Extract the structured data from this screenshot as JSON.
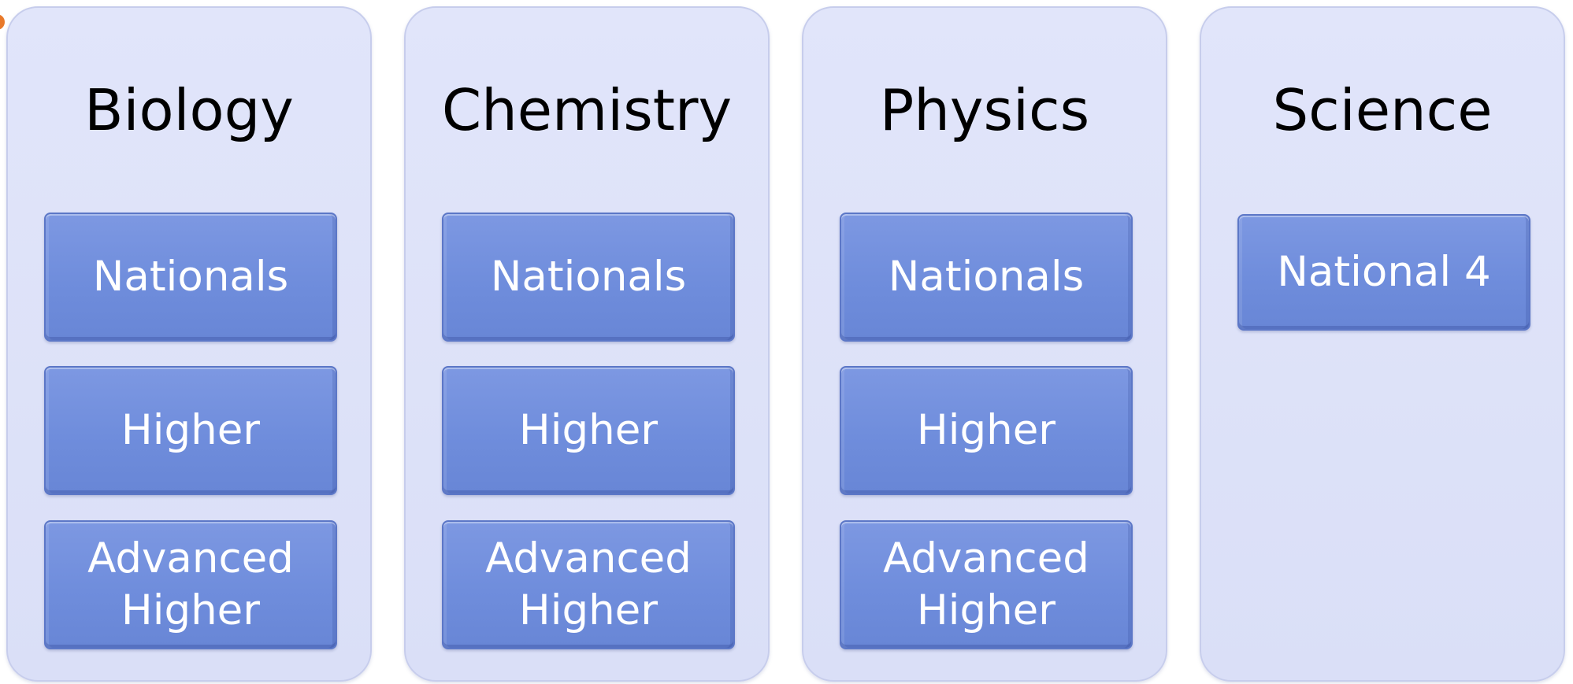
{
  "columns": [
    {
      "title": "Biology",
      "items": [
        "Nationals",
        "Higher",
        "Advanced\nHigher"
      ]
    },
    {
      "title": "Chemistry",
      "items": [
        "Nationals",
        "Higher",
        "Advanced\nHigher"
      ]
    },
    {
      "title": "Physics",
      "items": [
        "Nationals",
        "Higher",
        "Advanced\nHigher"
      ]
    },
    {
      "title": "Science",
      "items": [
        "National 4"
      ]
    }
  ],
  "colors": {
    "panel": "#dde2f8",
    "tile": "#728fdd",
    "tile_text": "#ffffff",
    "title_text": "#000000"
  }
}
